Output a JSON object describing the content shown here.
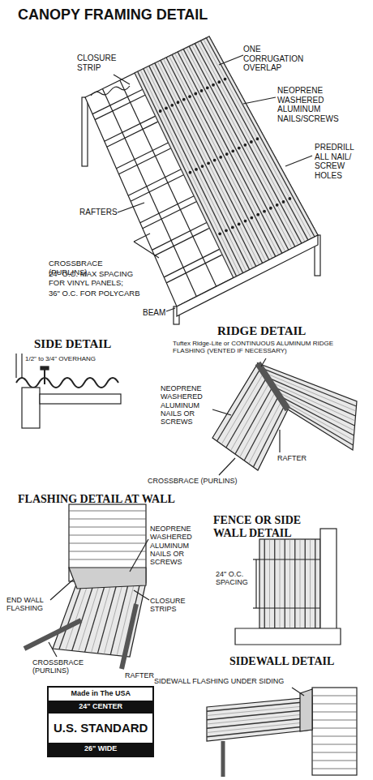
{
  "diagram": {
    "title": "CANOPY FRAMING DETAIL",
    "nodes": [
      {
        "text": [
          "Made in The USA",
          "24\" CENTER",
          "U.S. STANDARD",
          "26\" WIDE"
        ]
      }
    ],
    "labels": [
      "CLOSURE STRIP",
      "ONE CORRUGATION OVERLAP",
      "NEOPRENE WASHERED ALUMINUM NAILS/SCREWS",
      "PREDRILL ALL NAIL/ SCREW HOLES",
      "RAFTERS",
      "CROSSBRACE (PURLINS)",
      "24\" O.C. MAX SPACING FOR VINYL PANELS;",
      "36\" O.C. FOR POLYCARB",
      "BEAM",
      "SIDE DETAIL",
      "1/2\" to 3/4\" OVERHANG",
      "RIDGE DETAIL",
      "Tuftex Ridge-Lite or CONTINUOUS ALUMINUM RIDGE FLASHING (VENTED IF NECESSARY)",
      "NEOPRENE WASHERED ALUMINUM NAILS OR SCREWS",
      "RAFTER",
      "CROSSBRACE (PURLINS)",
      "FLASHING DETAIL AT WALL",
      "NEOPRENE WASHERED ALUMINUM NAILS OR SCREWS",
      "END WALL FLASHING",
      "CLOSURE STRIPS",
      "CROSSBRACE (PURLINS)",
      "RAFTER",
      "FENCE OR SIDE WALL DETAIL",
      "24\" O.C. SPACING",
      "SIDEWALL DETAIL",
      "SIDEWALL FLASHING UNDER SIDING"
    ]
  }
}
